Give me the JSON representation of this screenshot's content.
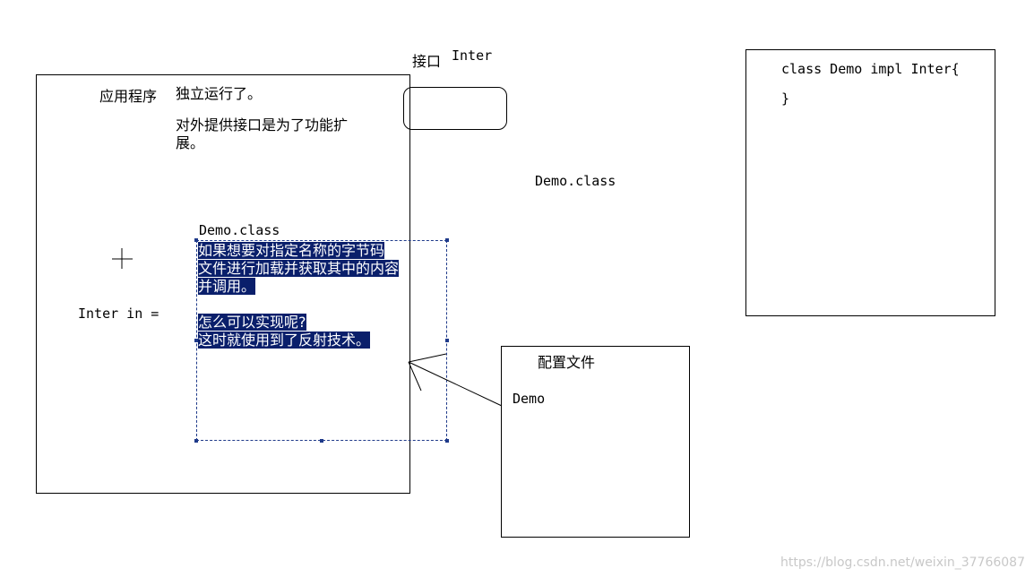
{
  "app": {
    "title": "应用程序",
    "note1": "独立运行了。",
    "note2_line1": "对外提供接口是为了功能扩",
    "note2_line2": "展。",
    "demo_class": "Demo.class",
    "selected_lines": [
      "如果想要对指定名称的字节码",
      "文件进行加载并获取其中的内容",
      "并调用。",
      "",
      "怎么可以实现呢?",
      "这时就使用到了反射技术。"
    ],
    "code_line": "Inter in ="
  },
  "interface": {
    "label": "接口",
    "name": "Inter"
  },
  "demo_class_label": "Demo.class",
  "class_box": {
    "line1": "class Demo impl Inter{",
    "line2": "}"
  },
  "config": {
    "title": "配置文件",
    "content": "Demo"
  },
  "watermark": "https://blog.csdn.net/weixin_37766087"
}
